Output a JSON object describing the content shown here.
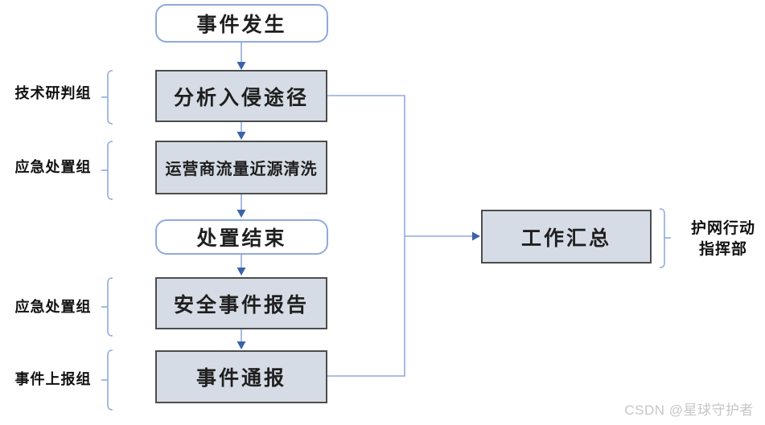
{
  "diagram": {
    "nodes": [
      {
        "id": "event-start",
        "label": "事件发生",
        "shape": "rounded"
      },
      {
        "id": "analyze-path",
        "label": "分析入侵途径",
        "shape": "rect"
      },
      {
        "id": "traffic-clean",
        "label": "运营商流量近源清洗",
        "shape": "rect"
      },
      {
        "id": "dispose-end",
        "label": "处置结束",
        "shape": "rounded"
      },
      {
        "id": "incident-report",
        "label": "安全事件报告",
        "shape": "rect"
      },
      {
        "id": "incident-notice",
        "label": "事件通报",
        "shape": "rect"
      },
      {
        "id": "work-summary",
        "label": "工作汇总",
        "shape": "rect"
      }
    ],
    "side_labels": [
      {
        "text": "技术研判组",
        "target": "analyze-path"
      },
      {
        "text": "应急处置组",
        "target": "traffic-clean"
      },
      {
        "text": "应急处置组",
        "target": "incident-report"
      },
      {
        "text": "事件上报组",
        "target": "incident-notice"
      }
    ],
    "right_label": {
      "line1": "护网行动",
      "line2": "指挥部",
      "target": "work-summary"
    }
  },
  "watermark": "CSDN @星球守护者",
  "colors": {
    "node_fill_gray": "#d6dce5",
    "node_border_gray": "#4d4d4d",
    "rounded_fill": "#ffffff",
    "rounded_border": "#8faadc",
    "connector_line": "#92a9da",
    "arrowhead": "#3c62a8",
    "brace": "#8faadc",
    "text": "#1f1f1f",
    "watermark": "#c6c6c6"
  }
}
